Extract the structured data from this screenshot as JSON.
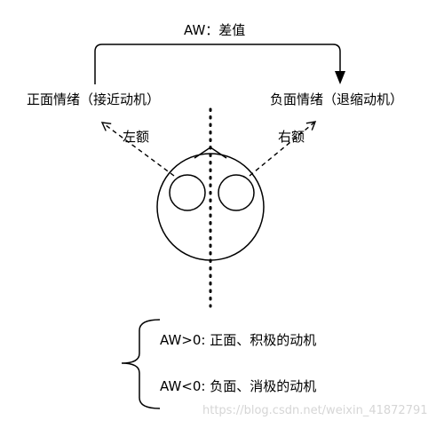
{
  "labels": {
    "aw_difference": "AW：差值",
    "positive_emotion": "正面情绪（接近动机）",
    "negative_emotion": "负面情绪（退缩动机）",
    "left_forehead": "左额",
    "right_forehead": "右额",
    "aw_greater_zero": "AW>0: 正面、积极的动机",
    "aw_less_zero": "AW<0: 负面、消极的动机"
  },
  "watermark": "https://blog.csdn.net/weixin_41872791"
}
